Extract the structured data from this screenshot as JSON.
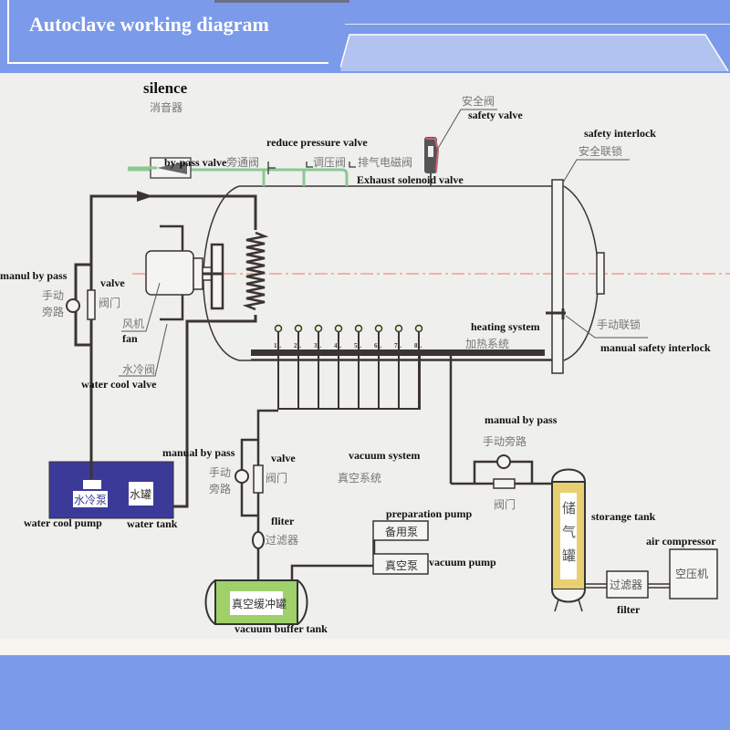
{
  "header": {
    "title": "Autoclave working diagram"
  },
  "colors": {
    "banner": "#7b9aea",
    "banner_tab": "#b3c3ef",
    "background": "#efefed",
    "pipe": "#3b3433",
    "green_pipe": "#8cc894",
    "water_box": "#3c3a98",
    "vacuum_tank": "#9fd06a",
    "storage_tank": "#e8cf72",
    "centerline": "#f07a5a",
    "safety_valve": "#d06070"
  },
  "labels": {
    "silence_en": "silence",
    "silence_cn": "消音器",
    "reduce_pressure_en": "reduce pressure valve",
    "bypass_valve_en": "by-pass valve",
    "bypass_valve_cn": "旁通阀",
    "pressure_valve_cn": "调压阀",
    "exhaust_cn": "排气电磁阀",
    "exhaust_en": "Exhaust solenoid valve",
    "safety_valve_cn": "安全阀",
    "safety_valve_en": "safety valve",
    "safety_interlock_en": "safety interlock",
    "safety_interlock_cn": "安全联锁",
    "manual_bypass_left_en": "manul by pass",
    "manual_bypass_left_cn1": "手动",
    "manual_bypass_left_cn2": "旁路",
    "valve_left_en": "valve",
    "valve_left_cn": "阀门",
    "fan_cn": "风机",
    "fan_en": "fan",
    "water_cool_valve_cn": "水冷阀",
    "water_cool_valve_en": "water cool valve",
    "heating_en": "heating system",
    "heating_cn": "加热系统",
    "manual_interlock_cn": "手动联锁",
    "manual_interlock_en": "manual safety interlock",
    "water_pump_cn": "水冷泵",
    "water_tank_cn": "水罐",
    "water_pump_en": "water cool pump",
    "water_tank_en": "water tank",
    "manual_bypass_mid_en": "manual by pass",
    "manual_bypass_mid_cn1": "手动",
    "manual_bypass_mid_cn2": "旁路",
    "valve_mid_en": "valve",
    "valve_mid_cn": "阀门",
    "vacuum_system_en": "vacuum system",
    "vacuum_system_cn": "真空系统",
    "fliter_en": "fliter",
    "fliter_cn": "过滤器",
    "prep_pump_en": "preparation pump",
    "prep_pump_cn": "备用泵",
    "vac_pump_cn": "真空泵",
    "vac_pump_en": "vacuum pump",
    "vac_buffer_cn": "真空缓冲罐",
    "vac_buffer_en": "vacuum buffer tank",
    "manual_bypass_right_en": "manual by pass",
    "manual_bypass_right_cn": "手动旁路",
    "valve_right_cn": "阀门",
    "storage_cn1": "储",
    "storage_cn2": "气",
    "storage_cn3": "罐",
    "storage_en": "storange tank",
    "air_comp_en": "air compressor",
    "air_comp_cn": "空压机",
    "filter_cn": "过滤器",
    "filter_en": "filter"
  },
  "heaters": [
    "1L",
    "2L",
    "3L",
    "4L",
    "5L",
    "6L",
    "7L",
    "8L"
  ]
}
